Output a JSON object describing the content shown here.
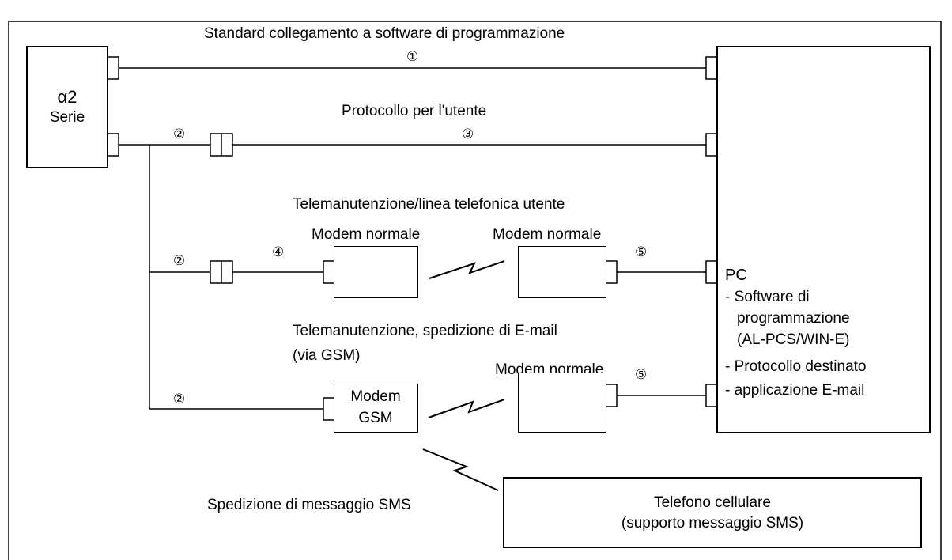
{
  "device": {
    "symbol": "α2",
    "series": "Serie"
  },
  "links": {
    "standard": "Standard collegamento a software di programmazione",
    "protocol": "Protocollo per l'utente",
    "telemaint_phone": "Telemanutenzione/linea telefonica utente",
    "telemaint_gsm_line1": "Telemanutenzione, spedizione di E-mail",
    "telemaint_gsm_line2": "(via GSM)",
    "sms": "Spedizione di messaggio SMS"
  },
  "modems": {
    "normal": "Modem normale",
    "gsm_line1": "Modem",
    "gsm_line2": "GSM"
  },
  "markers": {
    "m1": "①",
    "m2": "②",
    "m3": "③",
    "m4": "④",
    "m5": "⑤"
  },
  "pc": {
    "title": "PC",
    "items": [
      "- Software di",
      "programmazione",
      "(AL-PCS/WIN-E)",
      "- Protocollo destinato",
      "- applicazione E-mail"
    ]
  },
  "phone": {
    "line1": "Telefono cellulare",
    "line2": "(supporto messaggio SMS)"
  }
}
